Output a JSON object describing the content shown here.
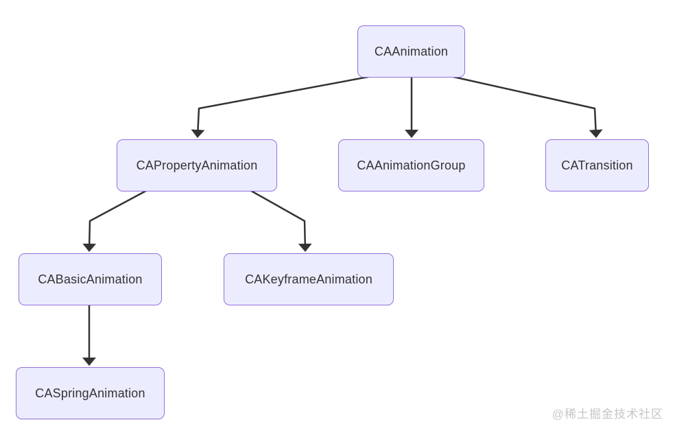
{
  "diagram": {
    "type": "flowchart",
    "nodes": [
      {
        "id": "CAAnimation",
        "label": "CAAnimation"
      },
      {
        "id": "CAPropertyAnimation",
        "label": "CAPropertyAnimation"
      },
      {
        "id": "CAAnimationGroup",
        "label": "CAAnimationGroup"
      },
      {
        "id": "CATransition",
        "label": "CATransition"
      },
      {
        "id": "CABasicAnimation",
        "label": "CABasicAnimation"
      },
      {
        "id": "CAKeyframeAnimation",
        "label": "CAKeyframeAnimation"
      },
      {
        "id": "CASpringAnimation",
        "label": "CASpringAnimation"
      }
    ],
    "edges": [
      {
        "from": "CAAnimation",
        "to": "CAPropertyAnimation"
      },
      {
        "from": "CAAnimation",
        "to": "CAAnimationGroup"
      },
      {
        "from": "CAAnimation",
        "to": "CATransition"
      },
      {
        "from": "CAPropertyAnimation",
        "to": "CABasicAnimation"
      },
      {
        "from": "CAPropertyAnimation",
        "to": "CAKeyframeAnimation"
      },
      {
        "from": "CABasicAnimation",
        "to": "CASpringAnimation"
      }
    ],
    "colors": {
      "background": "#FFFFFF",
      "node_fill": "#ECECFF",
      "node_border": "#9370DB",
      "edge_line": "#333333",
      "node_text": "#333333",
      "watermark_text": "#C6C6C6"
    }
  },
  "watermark": "@稀土掘金技术社区"
}
